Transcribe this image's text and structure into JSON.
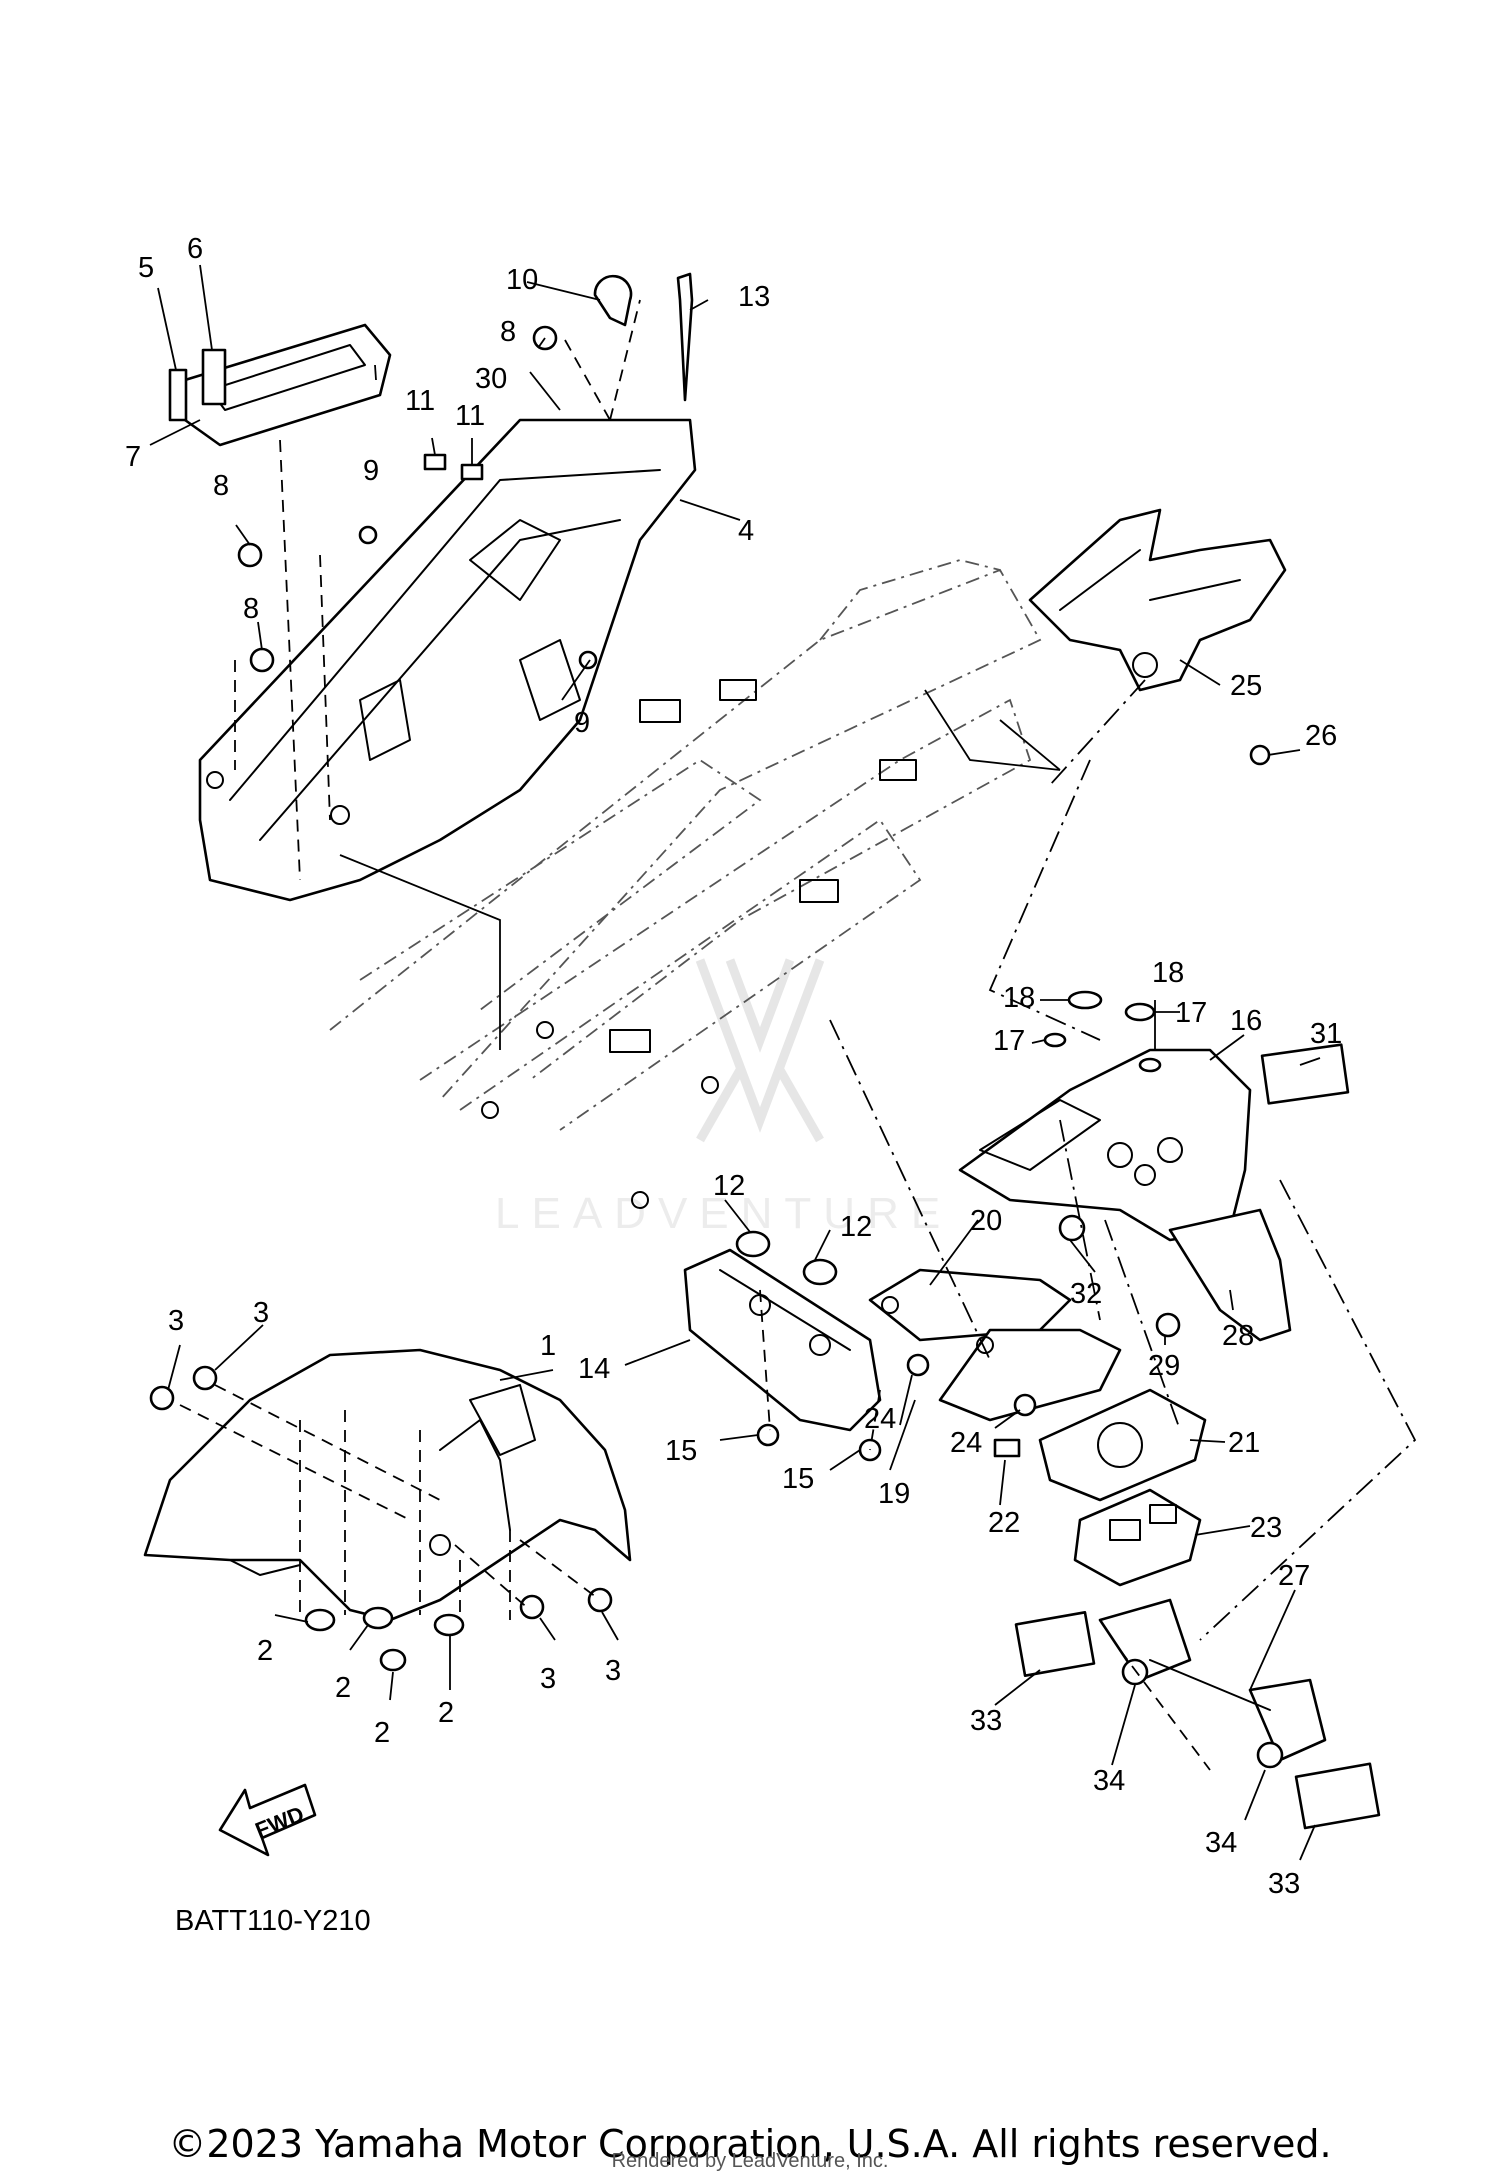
{
  "diagram": {
    "code": "BATT110-Y210",
    "fwd_label": "FWD",
    "watermark": "LEADVENTURE",
    "callouts": [
      "1",
      "2",
      "3",
      "4",
      "5",
      "6",
      "7",
      "8",
      "9",
      "10",
      "11",
      "12",
      "13",
      "14",
      "15",
      "16",
      "17",
      "18",
      "19",
      "20",
      "21",
      "22",
      "23",
      "24",
      "25",
      "26",
      "27",
      "28",
      "29",
      "30",
      "31",
      "32",
      "33",
      "34"
    ]
  },
  "footer": {
    "copyright": "©2023 Yamaha Motor Corporation, U.S.A. All rights reserved.",
    "rendered_by": "Rendered by LeadVenture, Inc."
  }
}
